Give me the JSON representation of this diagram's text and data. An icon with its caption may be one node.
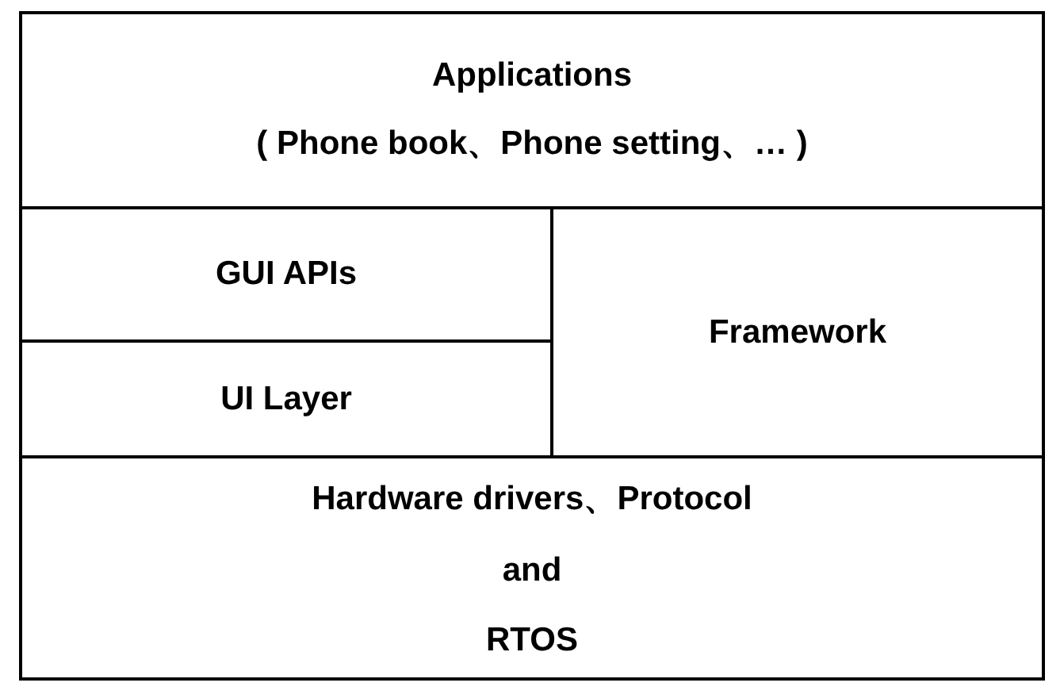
{
  "diagram": {
    "nodes": [
      {
        "text": [
          "Applications",
          "( Phone book、Phone setting、… )"
        ]
      },
      {
        "text": [
          "GUI APIs"
        ]
      },
      {
        "text": [
          "UI Layer"
        ]
      },
      {
        "text": [
          "Framework"
        ]
      },
      {
        "text": [
          "Hardware drivers、Protocol",
          "and",
          "RTOS"
        ]
      }
    ]
  }
}
